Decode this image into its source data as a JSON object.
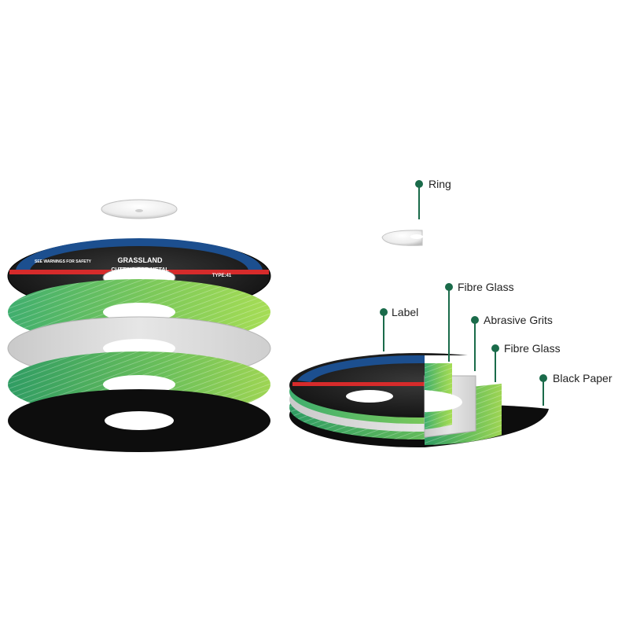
{
  "disc_label": {
    "brand": "GRASSLAND",
    "band_text": "SEE WARNINGS FOR SAFETY",
    "application": "CUTTING FOR METAL",
    "type": "TYPE:41"
  },
  "callouts": [
    {
      "id": "ring",
      "label": "Ring"
    },
    {
      "id": "fibre-glass-top",
      "label": "Fibre Glass"
    },
    {
      "id": "label",
      "label": "Label"
    },
    {
      "id": "abrasive-grits",
      "label": "Abrasive Grits"
    },
    {
      "id": "fibre-glass-bottom",
      "label": "Fibre Glass"
    },
    {
      "id": "black-paper",
      "label": "Black Paper"
    }
  ],
  "colors": {
    "callout_accent": "#1a6b4a",
    "green_light": "#a6dd55",
    "green_dark": "#3fae6e",
    "grey_layer": "#d6d6d6",
    "black_layer": "#0d0d0d",
    "label_blue": "#1c4f8f",
    "label_red": "#d62b2b",
    "ring": "#f2f2f2"
  }
}
